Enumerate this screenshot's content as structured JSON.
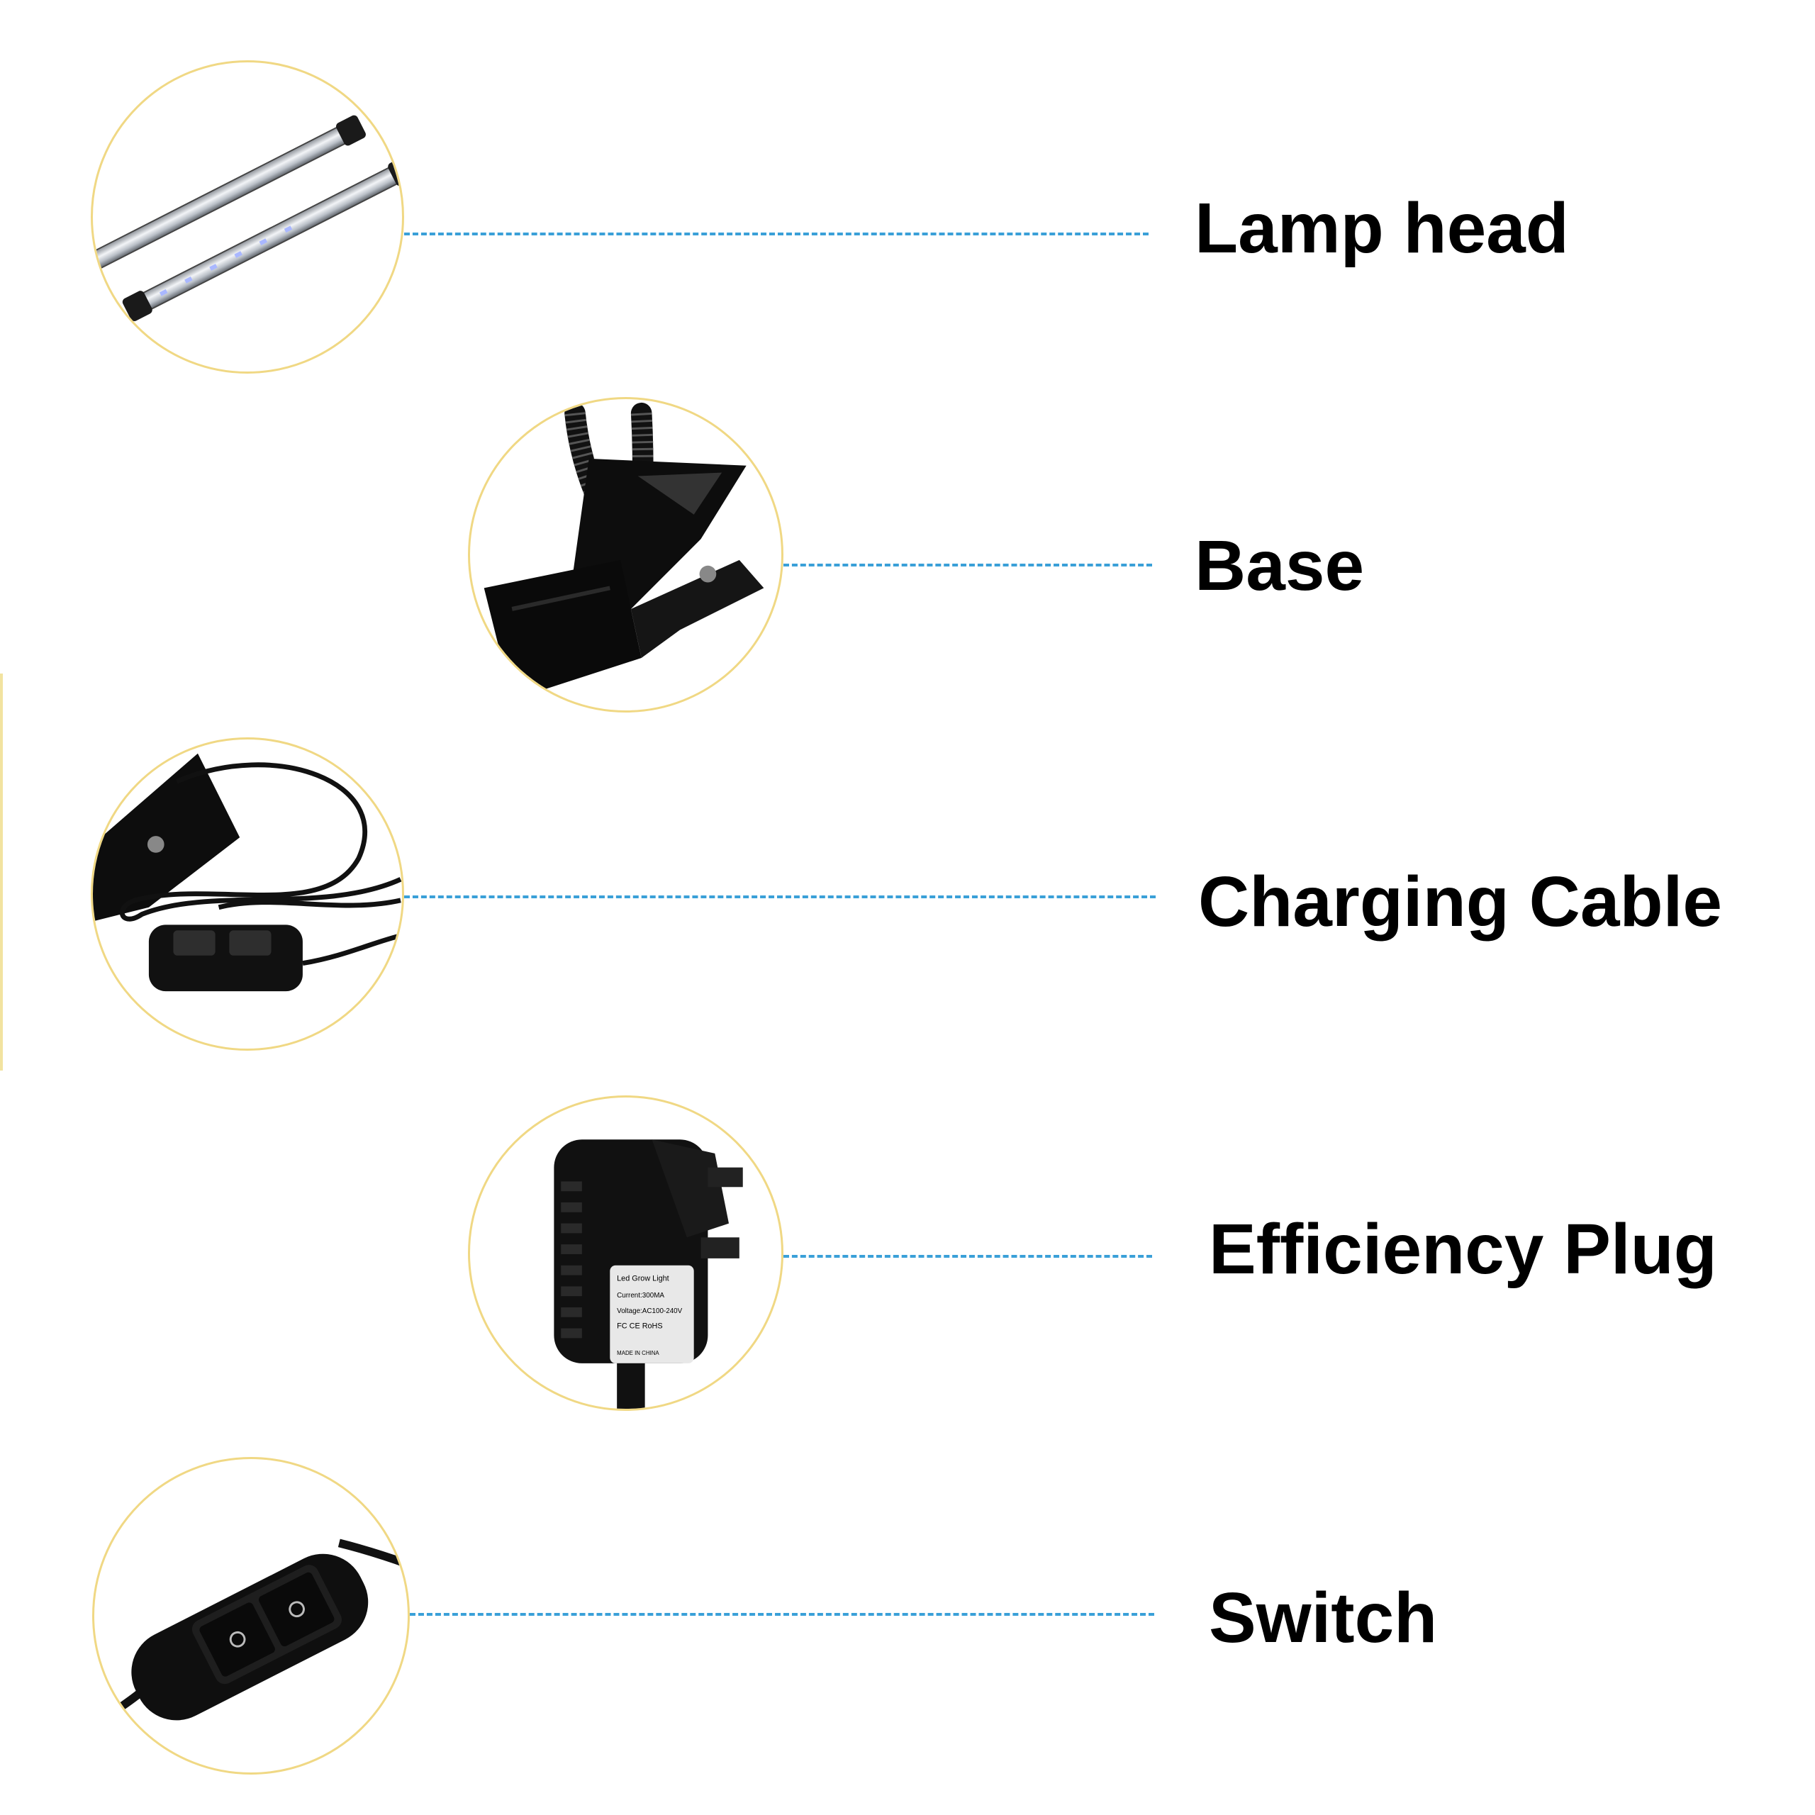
{
  "parts": [
    {
      "id": "lamp-head",
      "label": "Lamp head",
      "icon": "lamp-head-tubes-icon"
    },
    {
      "id": "base",
      "label": "Base",
      "icon": "gooseneck-clip-icon"
    },
    {
      "id": "charging-cable",
      "label": "Charging Cable",
      "icon": "clip-cable-icon"
    },
    {
      "id": "efficiency-plug",
      "label": "Efficiency Plug",
      "icon": "power-adapter-icon"
    },
    {
      "id": "switch",
      "label": "Switch",
      "icon": "dual-rocker-switch-icon"
    }
  ],
  "adapter_label": {
    "line1": "Led Grow Light",
    "line2": "Current:300MA",
    "line3": "Voltage:AC100-240V",
    "line4": "FC CE RoHS",
    "line5": "MADE IN CHINA"
  },
  "colors": {
    "circle_border": "#f0d884",
    "leader_line": "#3aa0d8",
    "label_text": "#000000",
    "product": "#111111"
  }
}
